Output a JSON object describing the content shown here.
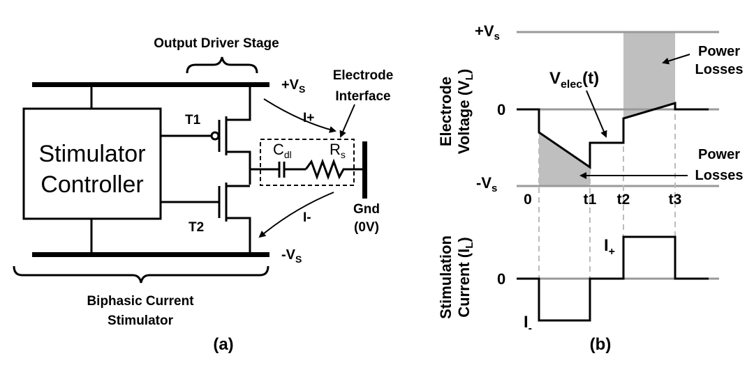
{
  "panel_a": {
    "output_driver_label": "Output Driver Stage",
    "controller_line1": "Stimulator",
    "controller_line2": "Controller",
    "t1_label": "T1",
    "t2_label": "T2",
    "vs_pos_prefix": "+V",
    "vs_pos_sub": "S",
    "vs_neg_prefix": "-V",
    "vs_neg_sub": "S",
    "i_plus": "I+",
    "i_minus": "I-",
    "electrode_line1": "Electrode",
    "electrode_line2": "Interface",
    "cdl_main": "C",
    "cdl_sub": "dl",
    "rs_main": "R",
    "rs_sub": "s",
    "gnd_line1": "Gnd",
    "gnd_line2": "(0V)",
    "biphasic_line1": "Biphasic Current",
    "biphasic_line2": "Stimulator",
    "caption": "(a)"
  },
  "panel_b": {
    "vs_top_prefix": "+V",
    "vs_top_sub": "s",
    "vs_bot_prefix": "-V",
    "vs_bot_sub": "s",
    "zero_v": "0",
    "zero_i": "0",
    "ylabel_v_line1": "Electrode",
    "ylabel_v_line2_main": "Voltage (V",
    "ylabel_v_line2_sub": "L",
    "ylabel_v_line2_end": ")",
    "ylabel_i_line1": "Stimulation",
    "ylabel_i_line2_main": "Current (I",
    "ylabel_i_line2_sub": "L",
    "ylabel_i_line2_end": ")",
    "velec_main": "V",
    "velec_sub": "elec",
    "velec_end": "(t)",
    "power_losses_top_1": "Power",
    "power_losses_top_2": "Losses",
    "power_losses_bot_1": "Power",
    "power_losses_bot_2": "Losses",
    "t0": "0",
    "t1": "t1",
    "t2": "t2",
    "t3": "t3",
    "i_plus_main": "I",
    "i_plus_sub": "+",
    "i_minus_main": "I",
    "i_minus_sub": "-",
    "caption": "(b)"
  }
}
